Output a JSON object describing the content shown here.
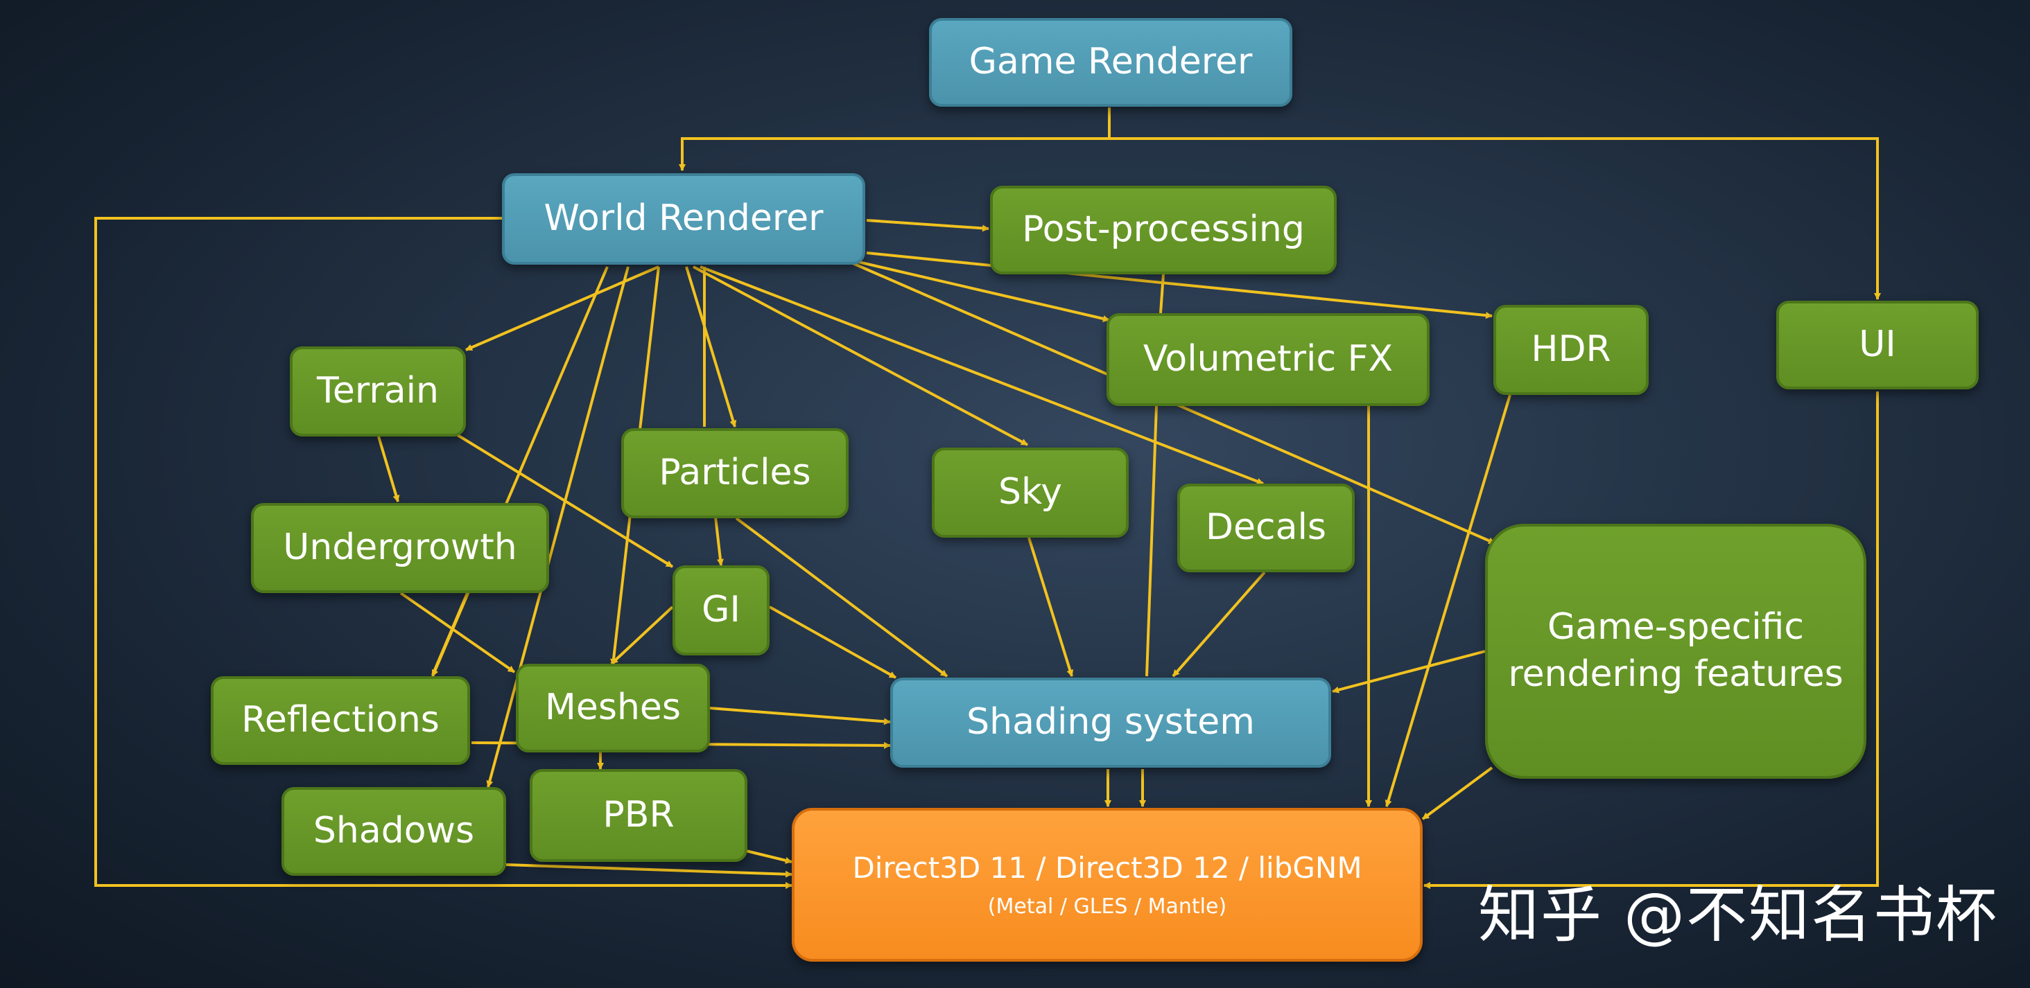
{
  "colors": {
    "arrow": "#f2c21f",
    "blue_node": "#4f9ab3",
    "green_node": "#66962a",
    "orange_node": "#f7901f"
  },
  "nodes": {
    "game_renderer": "Game Renderer",
    "world_renderer": "World Renderer",
    "post_processing": "Post-processing",
    "hdr": "HDR",
    "ui": "UI",
    "volumetric_fx": "Volumetric FX",
    "terrain": "Terrain",
    "particles": "Particles",
    "sky": "Sky",
    "decals": "Decals",
    "undergrowth": "Undergrowth",
    "gi": "GI",
    "game_specific_line1": "Game-specific",
    "game_specific_line2": "rendering features",
    "reflections": "Reflections",
    "meshes": "Meshes",
    "shading_system": "Shading system",
    "shadows": "Shadows",
    "pbr": "PBR",
    "graphics_api_main": "Direct3D 11 / Direct3D 12 / libGNM",
    "graphics_api_sub": "(Metal / GLES / Mantle)"
  },
  "watermark": "知乎 @不知名书杯"
}
